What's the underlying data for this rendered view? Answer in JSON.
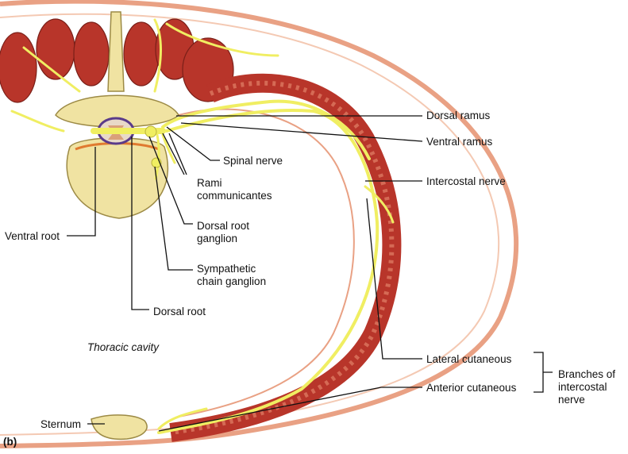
{
  "labels": {
    "dorsal_ramus": "Dorsal ramus",
    "ventral_ramus": "Ventral ramus",
    "spinal_nerve": "Spinal nerve",
    "rami_communicantes_1": "Rami",
    "rami_communicantes_2": "communicantes",
    "intercostal_nerve": "Intercostal nerve",
    "ventral_root": "Ventral root",
    "dorsal_root_ganglion_1": "Dorsal root",
    "dorsal_root_ganglion_2": "ganglion",
    "sympathetic_chain_ganglion_1": "Sympathetic",
    "sympathetic_chain_ganglion_2": "chain ganglion",
    "dorsal_root": "Dorsal root",
    "thoracic_cavity": "Thoracic cavity",
    "lateral_cutaneous": "Lateral cutaneous",
    "anterior_cutaneous": "Anterior cutaneous",
    "branches_1": "Branches of",
    "branches_2": "intercostal",
    "branches_3": "nerve",
    "sternum": "Sternum",
    "panel": "(b)"
  },
  "colors": {
    "skin": "#e9a184",
    "muscle": "#b8352a",
    "muscle_light": "#d56a55",
    "nerve": "#f0ee62",
    "nerve_edge": "#b9b23a",
    "bone": "#f0e3a2",
    "bone_edge": "#9c8a45",
    "cord": "#e8d9c8",
    "leader": "#111111"
  }
}
